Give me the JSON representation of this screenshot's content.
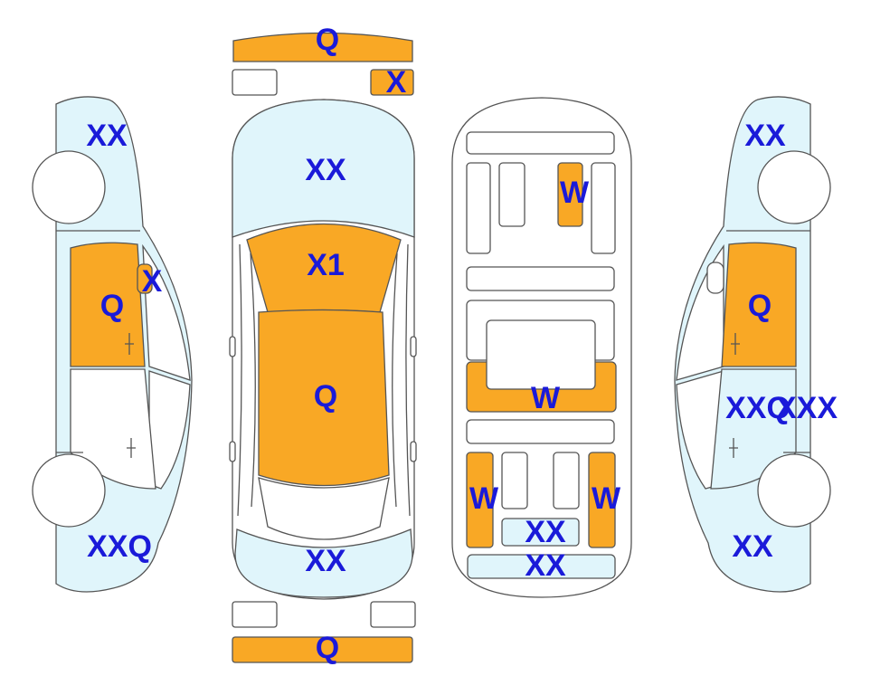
{
  "colors": {
    "damaged": "#f9a825",
    "inspected": "#e0f5fb",
    "label": "#1a1ad9",
    "outline": "#555555",
    "background": "#ffffff"
  },
  "legend_hidden": true,
  "labels": {
    "front_bumper": "Q",
    "front_grille_right": "X",
    "hood": "XX",
    "windshield": "X1",
    "roof": "Q",
    "rear_window": "XX",
    "rear_bumper": "Q",
    "left_front_fender": "XX",
    "left_front_door": "Q",
    "left_mirror": "X",
    "left_rear_quarter": "XXQ",
    "floor_front_panel": "W",
    "floor_center_panel": "W",
    "floor_rear_left": "W",
    "floor_rear_right": "W",
    "floor_rear_center": "XX",
    "floor_trunk": "XX",
    "right_front_fender": "XX",
    "right_front_door": "Q",
    "right_rear_door": "XXQ",
    "right_rear_door_extra": "XXX",
    "right_rear_quarter": "XX"
  }
}
